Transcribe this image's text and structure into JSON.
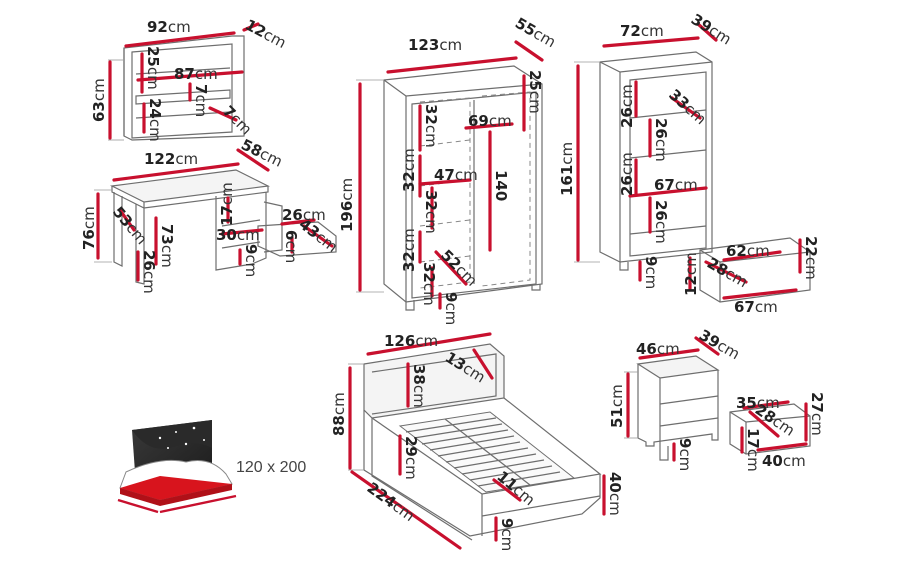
{
  "colors": {
    "dimension_line": "#c8102e",
    "outline": "#6e6e6e",
    "mattress": "#d8141d",
    "text": "#222222"
  },
  "unit": "cm",
  "items": {
    "shelf": {
      "width": "92",
      "depth": "12",
      "height": "63",
      "top_gap": "25",
      "inner_width": "87",
      "mid_gap": "7",
      "lower_gap": "24",
      "shelf_depth": "7"
    },
    "desk": {
      "width": "122",
      "depth": "58",
      "height": "76",
      "leg_depth": "53",
      "knee_height": "73",
      "base_height": "26",
      "drawer_height": "17",
      "drawer_width": "30",
      "drawer_inner_width": "26",
      "drawer_inner_depth": "43",
      "drawer_inner_height": "6",
      "plinth": "9"
    },
    "wardrobe": {
      "width": "123",
      "depth": "55",
      "height": "196",
      "top_gap": "25",
      "shelf1": "32",
      "shelf2": "32",
      "shelf3": "32",
      "shelf4": "32",
      "bottom": "32",
      "shelf_width": "47",
      "rail_width": "69",
      "hanging_height": "140",
      "shelf_depth": "52",
      "feet": "9"
    },
    "bookcase": {
      "width": "72",
      "depth": "39",
      "height": "161",
      "shelf_h1": "26",
      "shelf_h2": "26",
      "shelf_h3": "26",
      "shelf_h4": "26",
      "shelf_depth": "33",
      "shelf_width": "67",
      "drawer_width": "62",
      "drawer_height": "22",
      "drawer_depth": "28",
      "drawer_front_h": "12",
      "drawer_outer_w": "67",
      "feet": "9"
    },
    "bed": {
      "width": "126",
      "length": "224",
      "height": "88",
      "headboard_h": "38",
      "headboard_d": "13",
      "frame_h": "29",
      "side_h": "40",
      "slat_d": "11",
      "feet": "9"
    },
    "mattress_size": "120 x 200",
    "nightstand": {
      "width": "46",
      "depth": "39",
      "height": "51",
      "drawer_width": "35",
      "drawer_depth": "28",
      "drawer_height": "27",
      "drawer_front_h": "17",
      "drawer_outer_w": "40",
      "feet": "9"
    }
  }
}
